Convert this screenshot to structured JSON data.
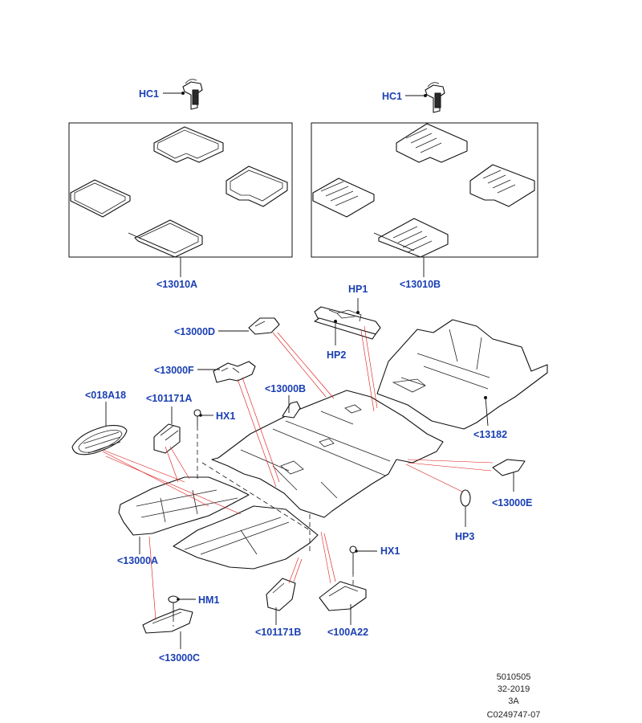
{
  "callouts": {
    "hc1_left": "HC1",
    "hc1_right": "HC1",
    "mat_set_standard": "<13010A",
    "mat_set_premium": "<13010B",
    "hp1": "HP1",
    "hp2": "HP2",
    "c13000d": "<13000D",
    "c13000f": "<13000F",
    "c13000b": "<13000B",
    "c018a18": "<018A18",
    "c101171a": "<101171A",
    "hx1_upper": "HX1",
    "c13182": "<13182",
    "c13000e": "<13000E",
    "hp3": "HP3",
    "c13000a": "<13000A",
    "hx1_lower": "HX1",
    "hm1": "HM1",
    "c101171b": "<101171B",
    "c100a22": "<100A22",
    "c13000c": "<13000C"
  },
  "reference_block": {
    "line1": "5010505",
    "line2": "32-2019",
    "line3": "3A",
    "line4": "C0249747-07"
  },
  "colors": {
    "callout_text": "#1a3fb3",
    "leader_red": "#dd1111",
    "outline": "#111111"
  }
}
